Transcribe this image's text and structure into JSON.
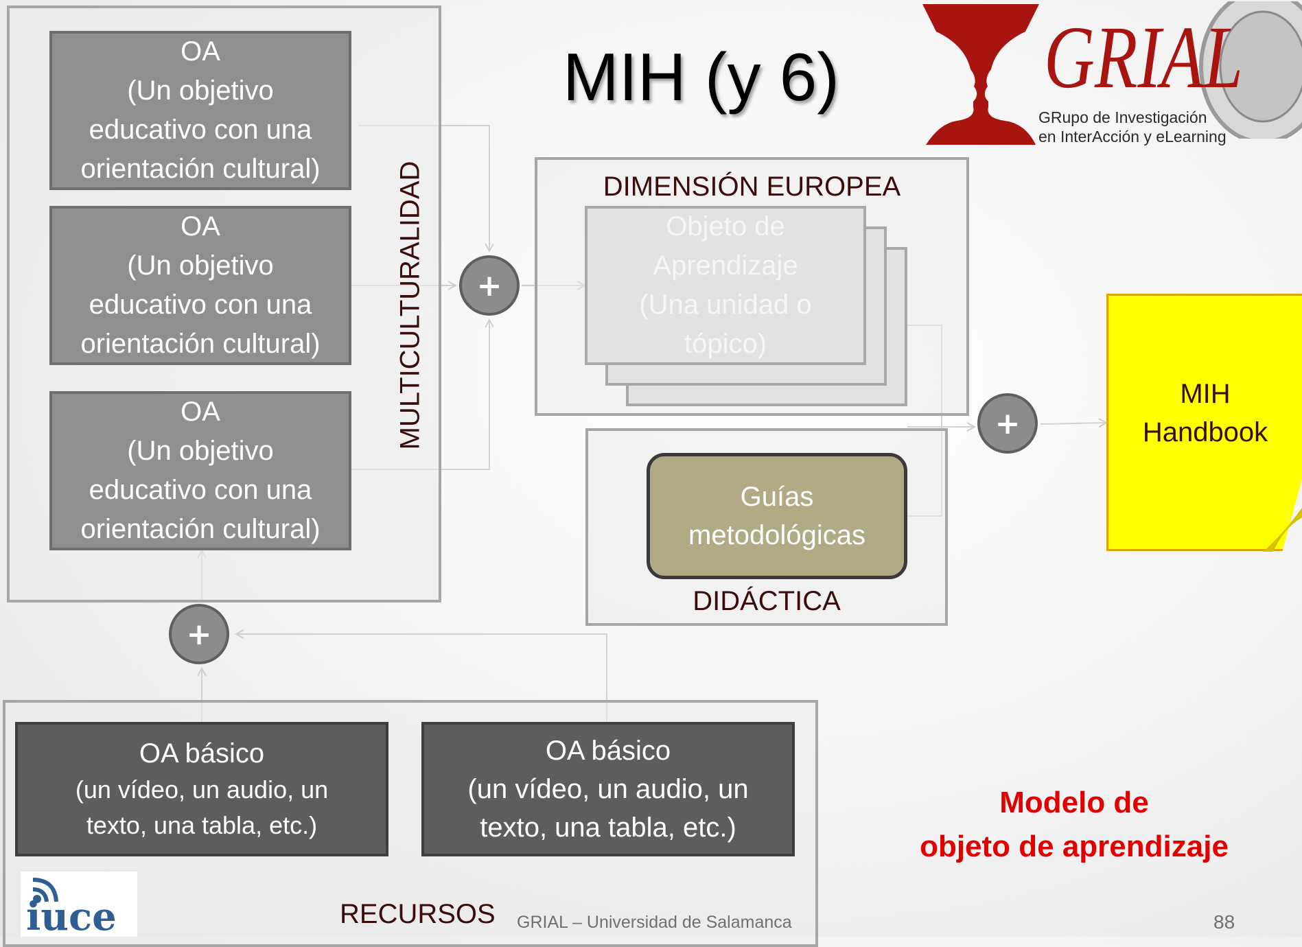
{
  "title": "MIH (y 6)",
  "logo": {
    "name": "GRIAL",
    "line1": "GRupo de Investigación",
    "line2": "en InterAcción y eLearning"
  },
  "multiculturalidad": {
    "label": "MULTICULTURALIDAD",
    "oa_boxes": [
      {
        "title": "OA",
        "desc": [
          "(Un objetivo",
          "educativo con una",
          "orientación cultural)"
        ]
      },
      {
        "title": "OA",
        "desc": [
          "(Un objetivo",
          "educativo con una",
          "orientación cultural)"
        ]
      },
      {
        "title": "OA",
        "desc": [
          "(Un objetivo",
          "educativo con una",
          "orientación cultural)"
        ]
      }
    ]
  },
  "dimension_europea": {
    "label": "DIMENSIÓN EUROPEA",
    "objeto": [
      "Objeto de",
      "Aprendizaje",
      "(Una unidad o",
      "tópico)"
    ]
  },
  "didactica": {
    "label": "DIDÁCTICA",
    "guias": [
      "Guías",
      "metodológicas"
    ]
  },
  "handbook": [
    "MIH",
    "Handbook"
  ],
  "plus_symbol": "+",
  "recursos": {
    "label": "RECURSOS",
    "boxes": [
      {
        "title": "OA básico",
        "desc": [
          "(un vídeo, un audio, un",
          "texto, una tabla, etc.)"
        ]
      },
      {
        "title": "OA básico",
        "desc": [
          "(un vídeo, un audio, un",
          "texto, una tabla, etc.)"
        ]
      }
    ]
  },
  "modelo": [
    "Modelo de",
    "objeto de aprendizaje"
  ],
  "footer": "GRIAL – Universidad de Salamanca",
  "page_number": "88",
  "iuce_logo": "iuce",
  "colors": {
    "title_red": "#e00000",
    "handbook_yellow": "#ffff00",
    "guias_khaki": "#b1aa84",
    "grial_red": "#a8140f"
  }
}
